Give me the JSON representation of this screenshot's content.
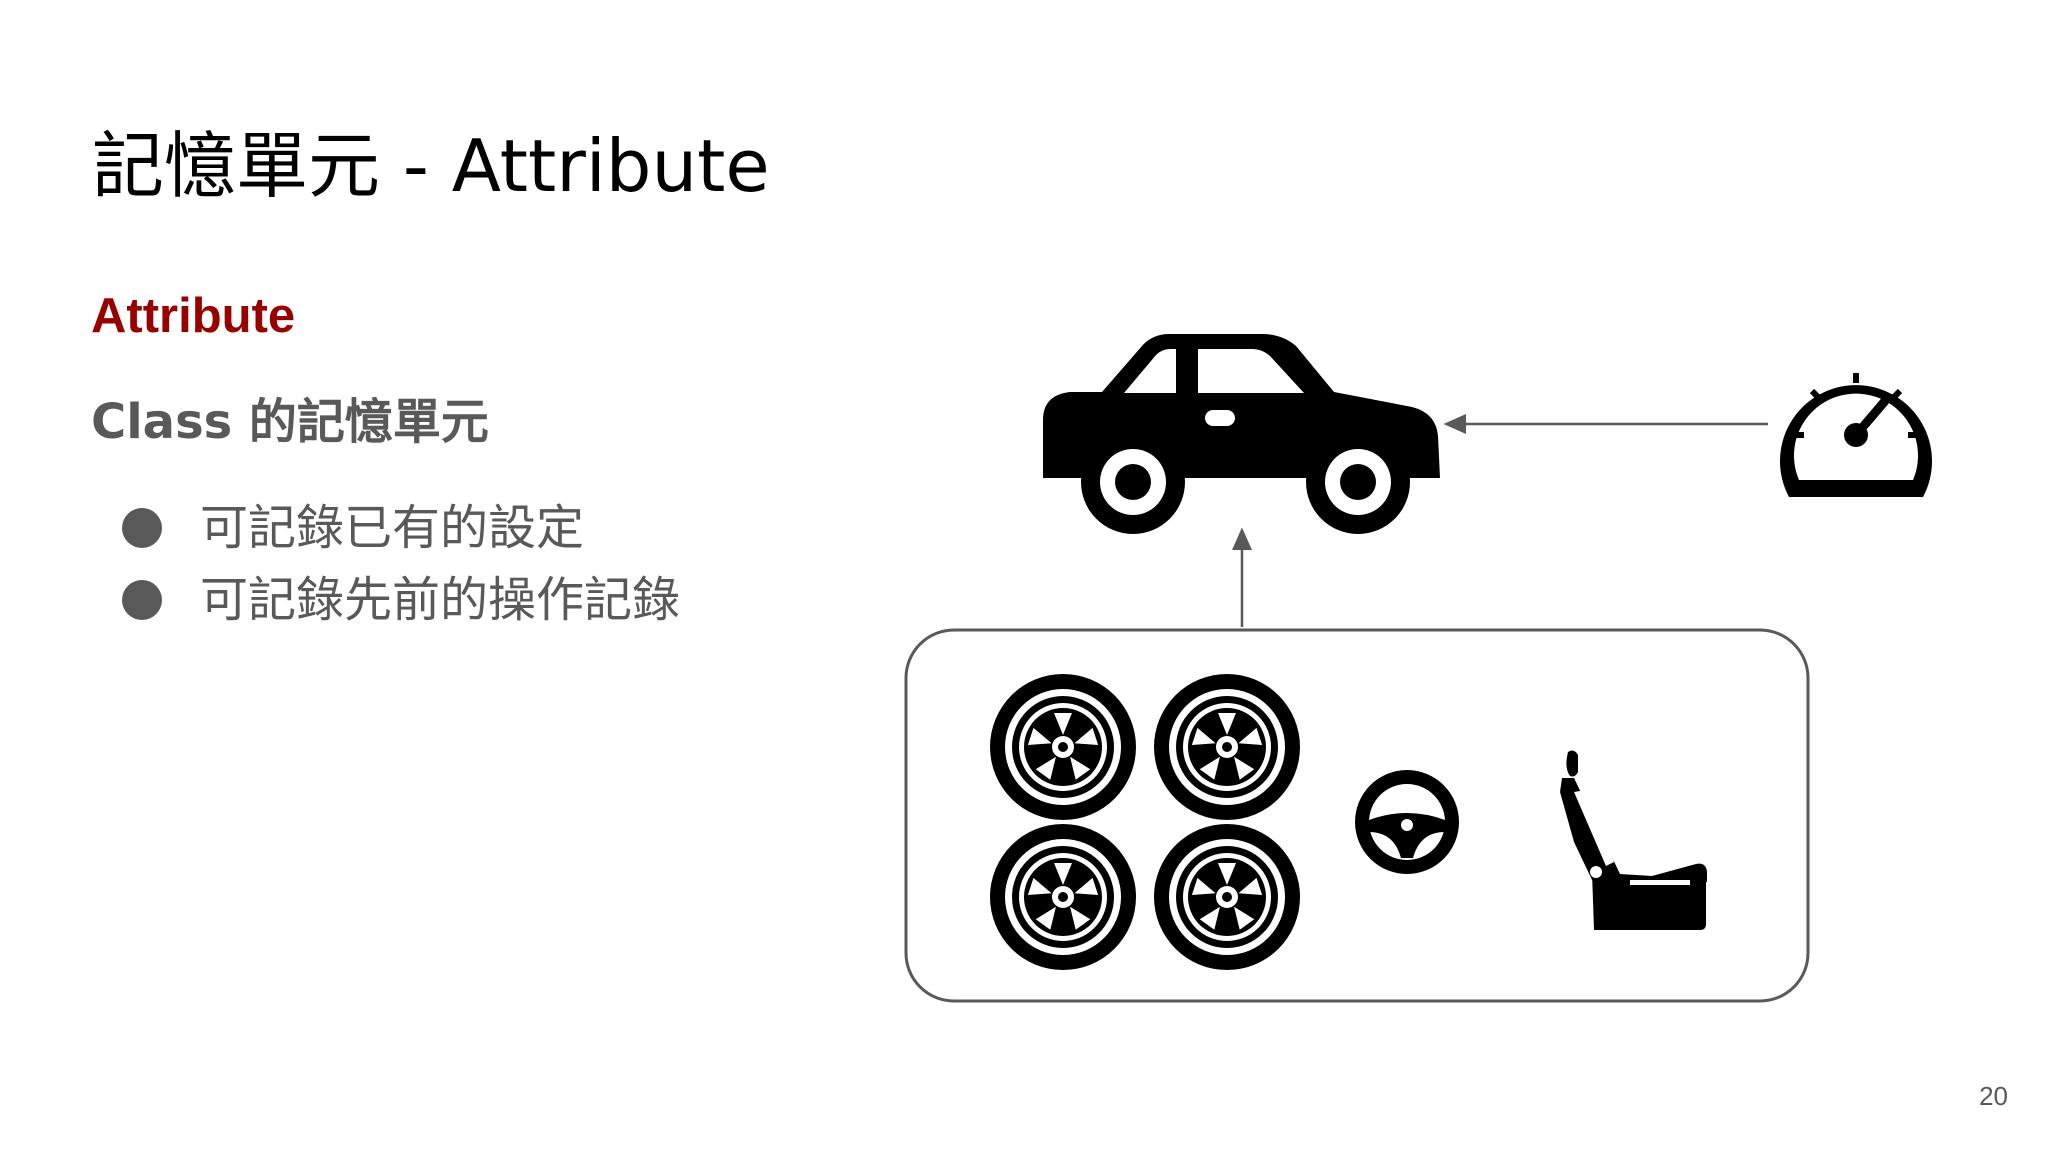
{
  "slide": {
    "title": "記憶單元 - Attribute",
    "section_heading": "Attribute",
    "subheading": "Class 的記憶單元",
    "bullets": [
      "可記錄已有的設定",
      "可記錄先前的操作記錄"
    ],
    "page_number": "20"
  },
  "diagram": {
    "icons": [
      "car-icon",
      "speedometer-icon",
      "wheel-icon",
      "steering-wheel-icon",
      "car-seat-icon"
    ],
    "colors": {
      "icon": "#000000",
      "arrow": "#595959",
      "frame": "#595959",
      "heading": "#990000",
      "text": "#595959"
    }
  }
}
